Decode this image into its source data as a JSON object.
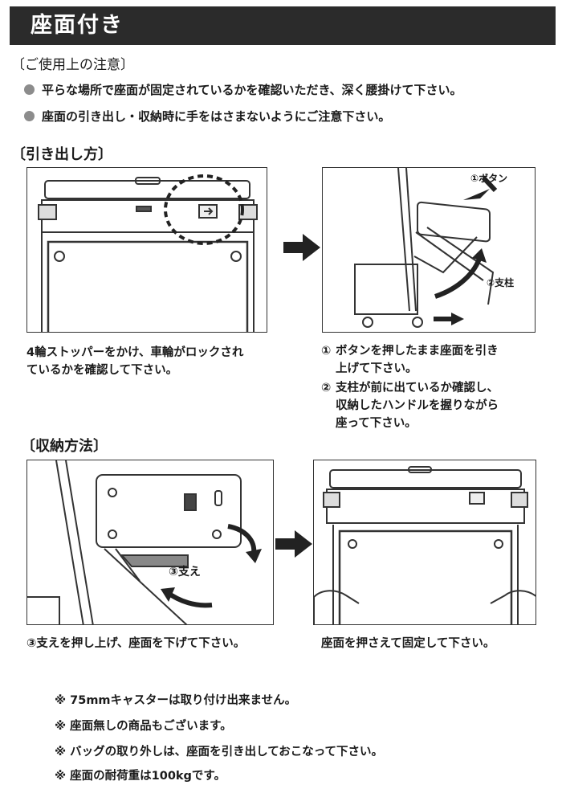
{
  "title": "座面付き",
  "usage": {
    "heading": "〔ご使用上の注意〕",
    "bullets": [
      "平らな場所で座面が固定されているかを確認いただき、深く腰掛けて下さい。",
      "座面の引き出し・収納時に手をはさまないようにご注意下さい。"
    ]
  },
  "pull_out": {
    "heading": "〔引き出し方〕",
    "label_button": "①ボタン",
    "label_post": "②支柱",
    "caption_left_1": "4輪ストッパーをかけ、車輪がロックされ",
    "caption_left_2": "ているかを確認して下さい。",
    "step1_num": "①",
    "step1_line1": "ボタンを押したまま座面を引き",
    "step1_line2": "上げて下さい。",
    "step2_num": "②",
    "step2_line1": "支柱が前に出ているか確認し、",
    "step2_line2": "収納したハンドルを握りながら",
    "step2_line3": "座って下さい。"
  },
  "storage": {
    "heading": "〔収納方法〕",
    "label_support": "③支え",
    "caption_left": "③支えを押し上げ、座面を下げて下さい。",
    "caption_right": "座面を押さえて固定して下さい。"
  },
  "notes": [
    "※ 75mmキャスターは取り付け出来ません。",
    "※ 座面無しの商品もございます。",
    "※ バッグの取り外しは、座面を引き出しておこなって下さい。",
    "※ 座面の耐荷重は100kgです。"
  ]
}
